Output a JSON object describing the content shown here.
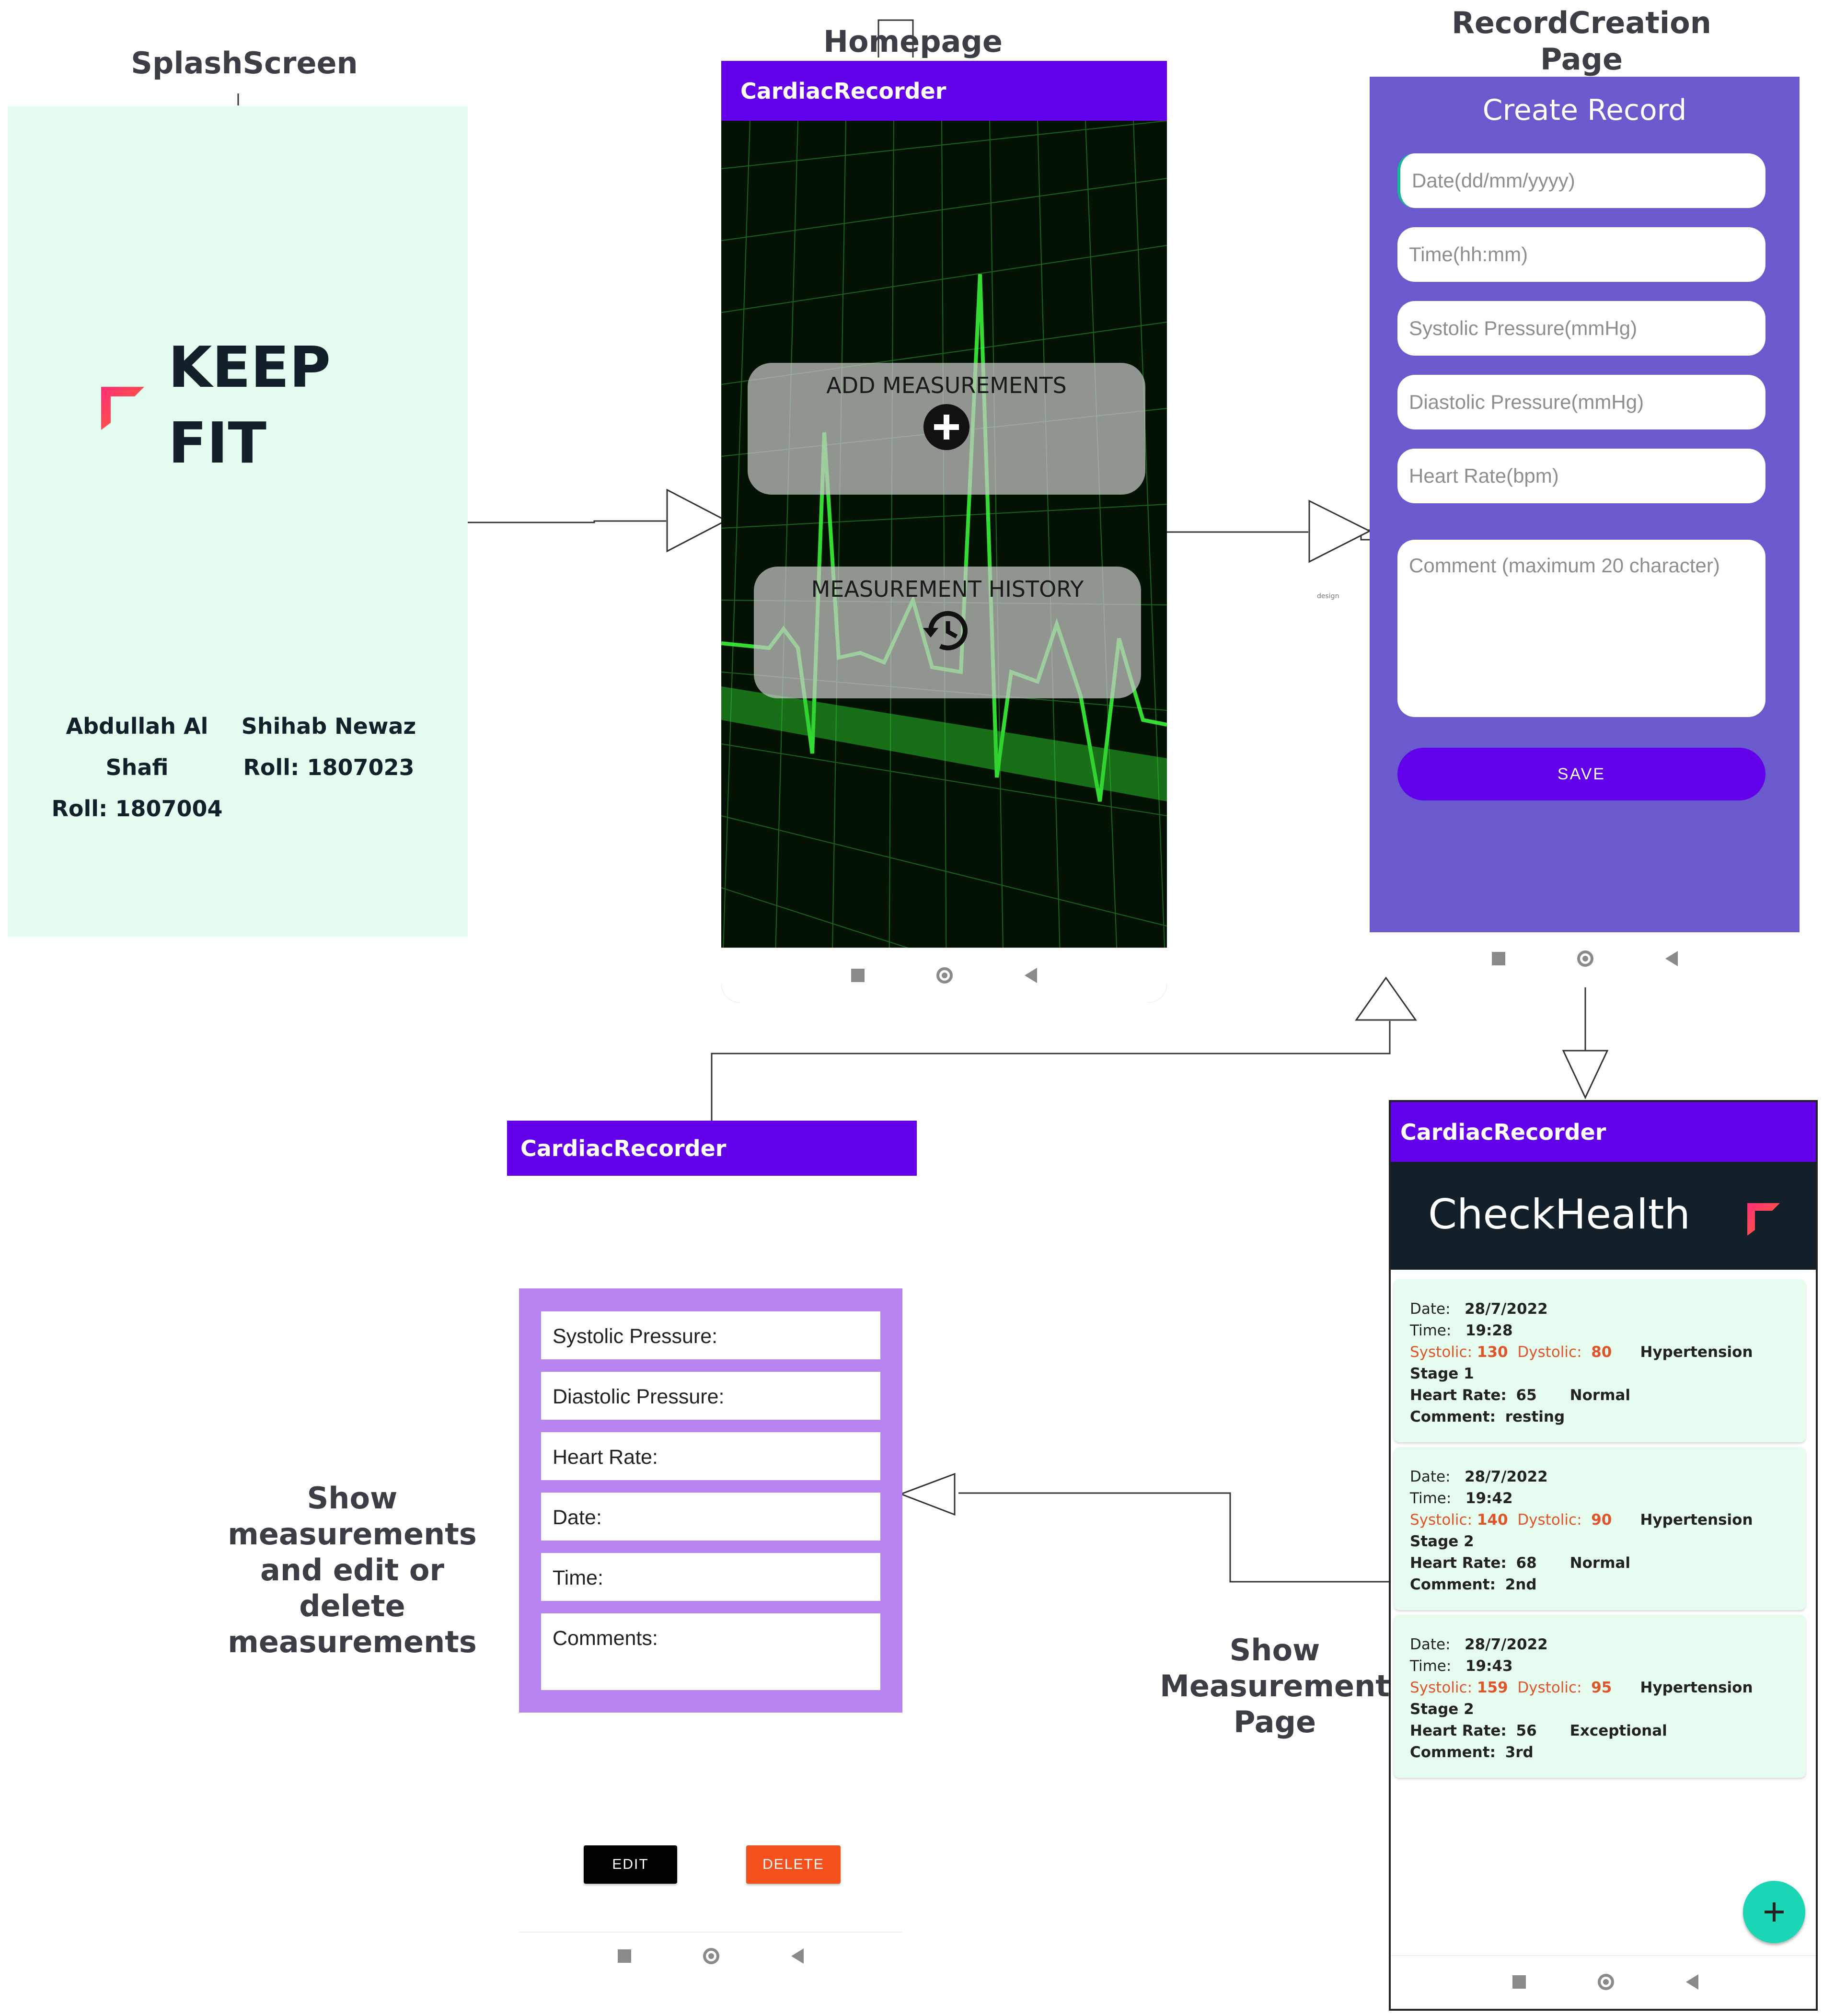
{
  "labels": {
    "splash": "SplashScreen",
    "homepage": "Homepage",
    "record_creation_line1": "RecordCreation",
    "record_creation_line2": "Page",
    "show_measure_line1": "Show",
    "show_measure_line2": "measurements",
    "show_measure_line3": "and edit or delete",
    "show_measure_line4": "measurements",
    "show_page_line1": "Show",
    "show_page_line2": "Measurement",
    "show_page_line3": "Page"
  },
  "splash": {
    "title_line1": "KEEP",
    "title_line2": "FIT",
    "author1_name": "Abdullah Al Shafi",
    "author1_roll": "Roll: 1807004",
    "author2_name": "Shihab Newaz",
    "author2_roll": "Roll: 1807023",
    "background": "#e4fcef"
  },
  "homepage": {
    "app_title": "CardiacRecorder",
    "add_label": "ADD MEASUREMENTS",
    "history_label": "MEASUREMENT HISTORY",
    "add_icon": "plus-circle-icon",
    "history_icon": "history-icon"
  },
  "record_creation": {
    "title": "Create Record",
    "date_placeholder": "Date(dd/mm/yyyy)",
    "time_placeholder": "Time(hh:mm)",
    "systolic_placeholder": "Systolic Pressure(mmHg)",
    "diastolic_placeholder": "Diastolic Pressure(mmHg)",
    "heart_rate_placeholder": "Heart Rate(bpm)",
    "comment_placeholder": "Comment (maximum 20 character)",
    "save_label": "SAVE",
    "background": "#6a5acd",
    "accent": "#6200ea"
  },
  "detail": {
    "app_title": "CardiacRecorder",
    "fields": [
      "Systolic Pressure:",
      "Diastolic Pressure:",
      "Heart Rate:",
      "Date:",
      "Time:",
      "Comments:"
    ],
    "edit_label": "EDIT",
    "delete_label": "DELETE",
    "frame_color": "#b784f2"
  },
  "show_page": {
    "app_title": "CardiacRecorder",
    "header": "CheckHealth",
    "fab_icon": "plus-icon",
    "records": [
      {
        "date_label": "Date:",
        "date": "28/7/2022",
        "time_label": "Time:",
        "time": "19:28",
        "sys_label": "Systolic:",
        "sys": "130",
        "dia_label": "Dystolic:",
        "dia": "80",
        "status": "Hypertension Stage 1",
        "hr_label": "Heart Rate:",
        "hr": "65",
        "hr_status": "Normal",
        "comment_label": "Comment:",
        "comment": "resting"
      },
      {
        "date_label": "Date:",
        "date": "28/7/2022",
        "time_label": "Time:",
        "time": "19:42",
        "sys_label": "Systolic:",
        "sys": "140",
        "dia_label": "Dystolic:",
        "dia": "90",
        "status": "Hypertension Stage 2",
        "hr_label": "Heart Rate:",
        "hr": "68",
        "hr_status": "Normal",
        "comment_label": "Comment:",
        "comment": "2nd"
      },
      {
        "date_label": "Date:",
        "date": "28/7/2022",
        "time_label": "Time:",
        "time": "19:43",
        "sys_label": "Systolic:",
        "sys": "159",
        "dia_label": "Dystolic:",
        "dia": "95",
        "status": "Hypertension Stage 2",
        "hr_label": "Heart Rate:",
        "hr": "56",
        "hr_status": "Exceptional",
        "comment_label": "Comment:",
        "comment": "3rd"
      }
    ]
  },
  "colors": {
    "app_bar": "#6200ea",
    "logo": "#f5226e",
    "fab": "#1ad6b4",
    "delete": "#f4511e"
  }
}
